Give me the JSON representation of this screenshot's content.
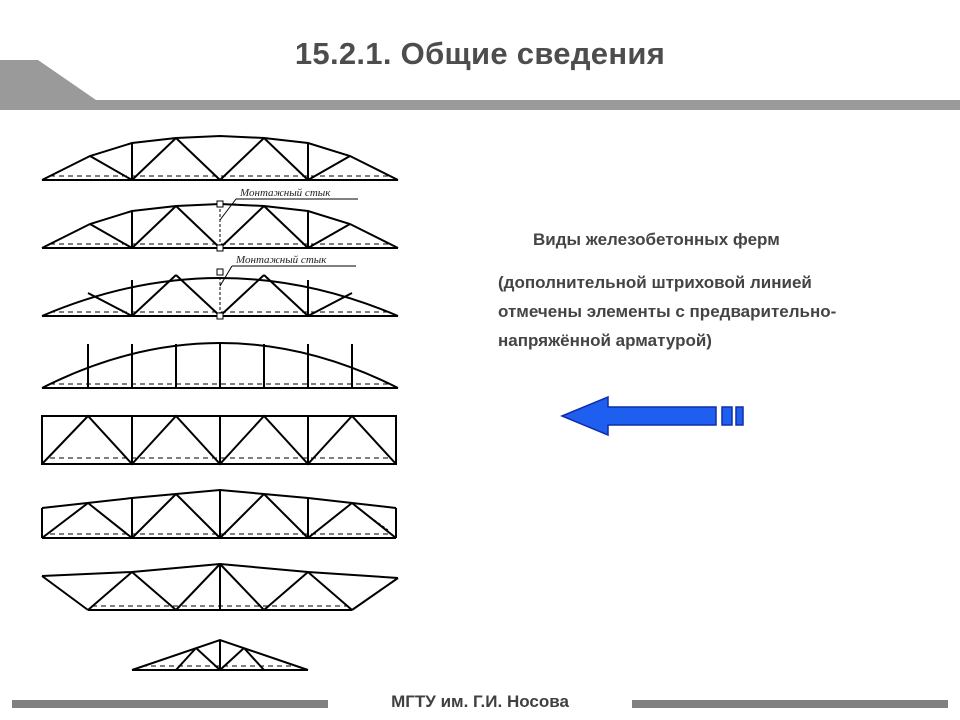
{
  "slide": {
    "title": "15.2.1. Общие сведения",
    "caption": "Виды железобетонных ферм",
    "description_lines": [
      "(дополнительной штриховой линией",
      "отмечены элементы с предварительно-",
      "напряжённой арматурой)"
    ],
    "footer": "МГТУ им. Г.И. Носова"
  },
  "drawing": {
    "joint_label_1": "Монтажный стык",
    "joint_label_2": "Монтажный стык"
  },
  "colors": {
    "arrow_fill": "#1f5ff0",
    "arrow_stroke": "#0f2fa8",
    "bar_gray": "#9a9a9a",
    "line": "#000000"
  },
  "icons": {
    "arrow": "left-arrow-icon"
  }
}
